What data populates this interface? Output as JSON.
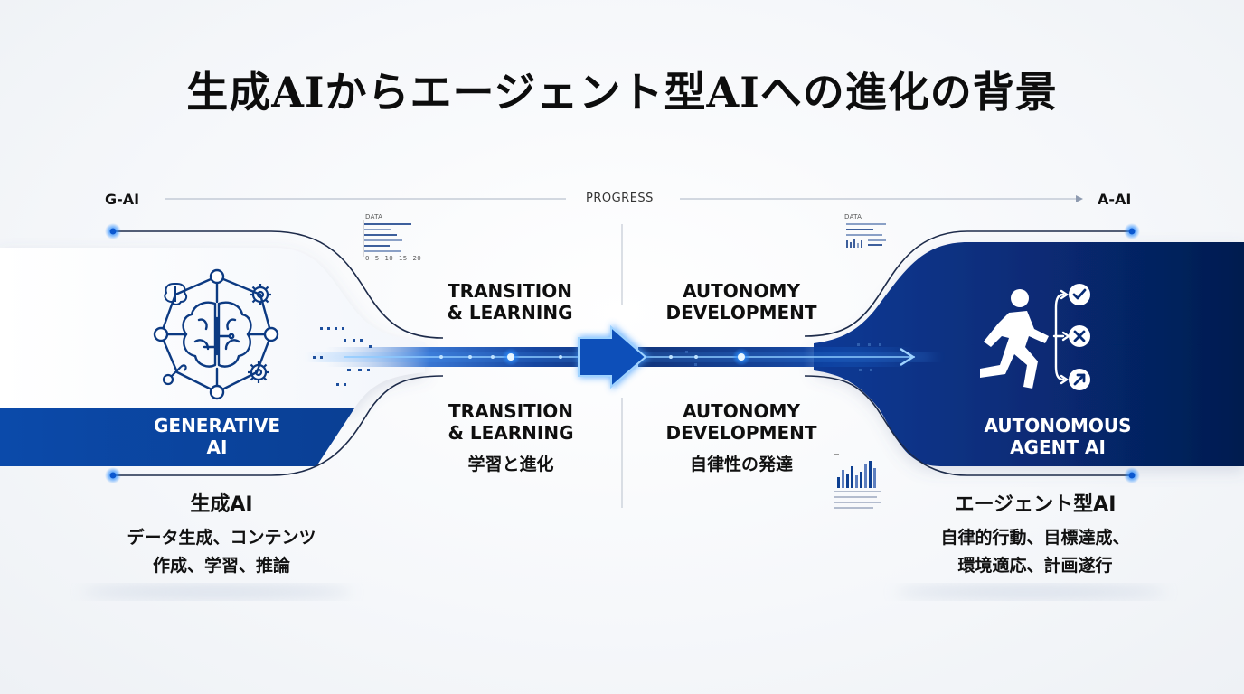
{
  "title": "生成AIからエージェント型AIへの進化の背景",
  "axis": {
    "left": "G-AI",
    "center": "PROGRESS",
    "right": "A-AI"
  },
  "left_card": {
    "band_line1": "GENERATIVE",
    "band_line2": "AI",
    "sub_title": "生成AI",
    "desc_line1": "データ生成、コンテンツ",
    "desc_line2": "作成、学習、推論"
  },
  "right_card": {
    "band_line1": "AUTONOMOUS",
    "band_line2": "AGENT AI",
    "sub_title": "エージェント型AI",
    "desc_line1": "自律的行動、目標達成、",
    "desc_line2": "環境適応、計画遂行"
  },
  "transition": {
    "top_line1": "TRANSITION",
    "top_line2": "& LEARNING",
    "bottom_line1": "TRANSITION",
    "bottom_line2": "& LEARNING",
    "jp": "学習と進化"
  },
  "autonomy": {
    "top_line1": "AUTONOMY",
    "top_line2": "DEVELOPMENT",
    "bottom_line1": "AUTONOMY",
    "bottom_line2": "DEVELOPMENT",
    "jp": "自律性の発達"
  },
  "mini_chart_left": {
    "label": "DATA",
    "ticks": [
      "0",
      "5",
      "10",
      "15",
      "20"
    ]
  },
  "mini_chart_right": {
    "label": "DATA"
  },
  "icons": {
    "left": "brain-network-icon",
    "right": "running-agent-icon",
    "check": "check-circle-icon",
    "cross": "x-circle-icon",
    "arrow": "arrow-up-right-circle-icon"
  },
  "colors": {
    "primary": "#0a4fb4",
    "dark_navy": "#06205f",
    "glow": "#3b9bff",
    "line": "#1d2b4a"
  }
}
